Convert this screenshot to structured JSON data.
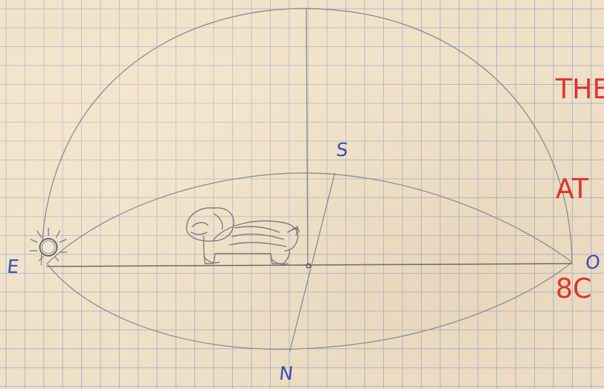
{
  "labels": {
    "east": "E",
    "west": "O",
    "south": "S",
    "north": "N"
  },
  "note": {
    "lines": [
      "THE",
      "AT",
      "8C"
    ]
  },
  "colors": {
    "paper": "#efe0c8",
    "grid": "#6e96cd",
    "pencil": "#8f8f8f",
    "label_ink": "#3b4fb0",
    "note_ink": "#e0342c"
  }
}
